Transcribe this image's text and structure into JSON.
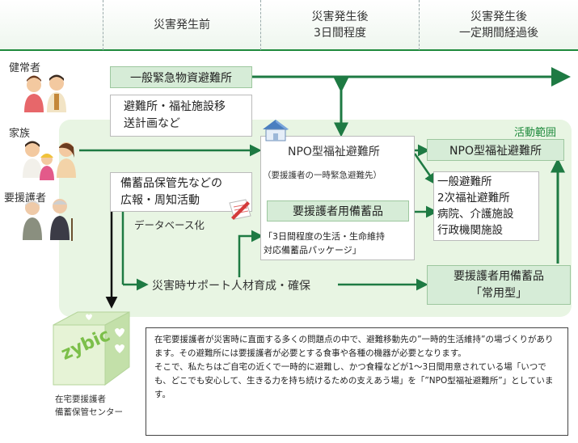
{
  "columns": [
    {
      "label": "災害発生前"
    },
    {
      "label": "災害発生後\n3日間程度"
    },
    {
      "label": "災害発生後\n一定期間経過後"
    }
  ],
  "people": [
    {
      "label": "健常者"
    },
    {
      "label": "家族"
    },
    {
      "label": "要援護者"
    }
  ],
  "activity_range_label": "活動範囲",
  "boxes": {
    "general_shelter": "一般緊急物資避難所",
    "transport_plan": "避難所・福祉施設移\n送計画など",
    "publicity": "備蓄品保管先などの\n広報・周知活動",
    "npo_shelter_mid": "NPO型福祉避難所",
    "npo_sub": "（要援護者の一時緊急避難先）",
    "supplies_mid": "要援護者用備蓄品",
    "package": "「3日間程度の生活・生命維持\n対応備蓄品パッケージ」",
    "npo_shelter_right": "NPO型福祉避難所",
    "facilities": "一般避難所\n2次福祉避難所\n病院、介護施設\n行政機関施設",
    "supplies_right": "要援護者用備蓄品\n「常用型」"
  },
  "labels": {
    "database": "データベース化",
    "support": "災害時サポート人材育成・確保"
  },
  "center": {
    "logo": "zybic",
    "caption": "在宅要援護者\n備蓄保管センター"
  },
  "note": {
    "paragraph1": "在宅要援護者が災害時に直面する多くの問題点の中で、避難移動先の”一時的生活維持”の場づくりがあります。その避難所には要援護者が必要とする食事や各種の機器が必要となります。",
    "paragraph2": "そこで、私たちはご自宅の近くで一時的に避難し、かつ食糧などが1～3日間用意されている場「いつでも、どこでも安心して、生きる力を持ち続けるための支えあう場」を「”NPO型福祉避難所”」としています。"
  },
  "colors": {
    "arrow_green": "#1e7a43",
    "box_green": "#d6ecd7",
    "range_green": "#e8f5e3",
    "header_green": "#1e8a3c"
  }
}
